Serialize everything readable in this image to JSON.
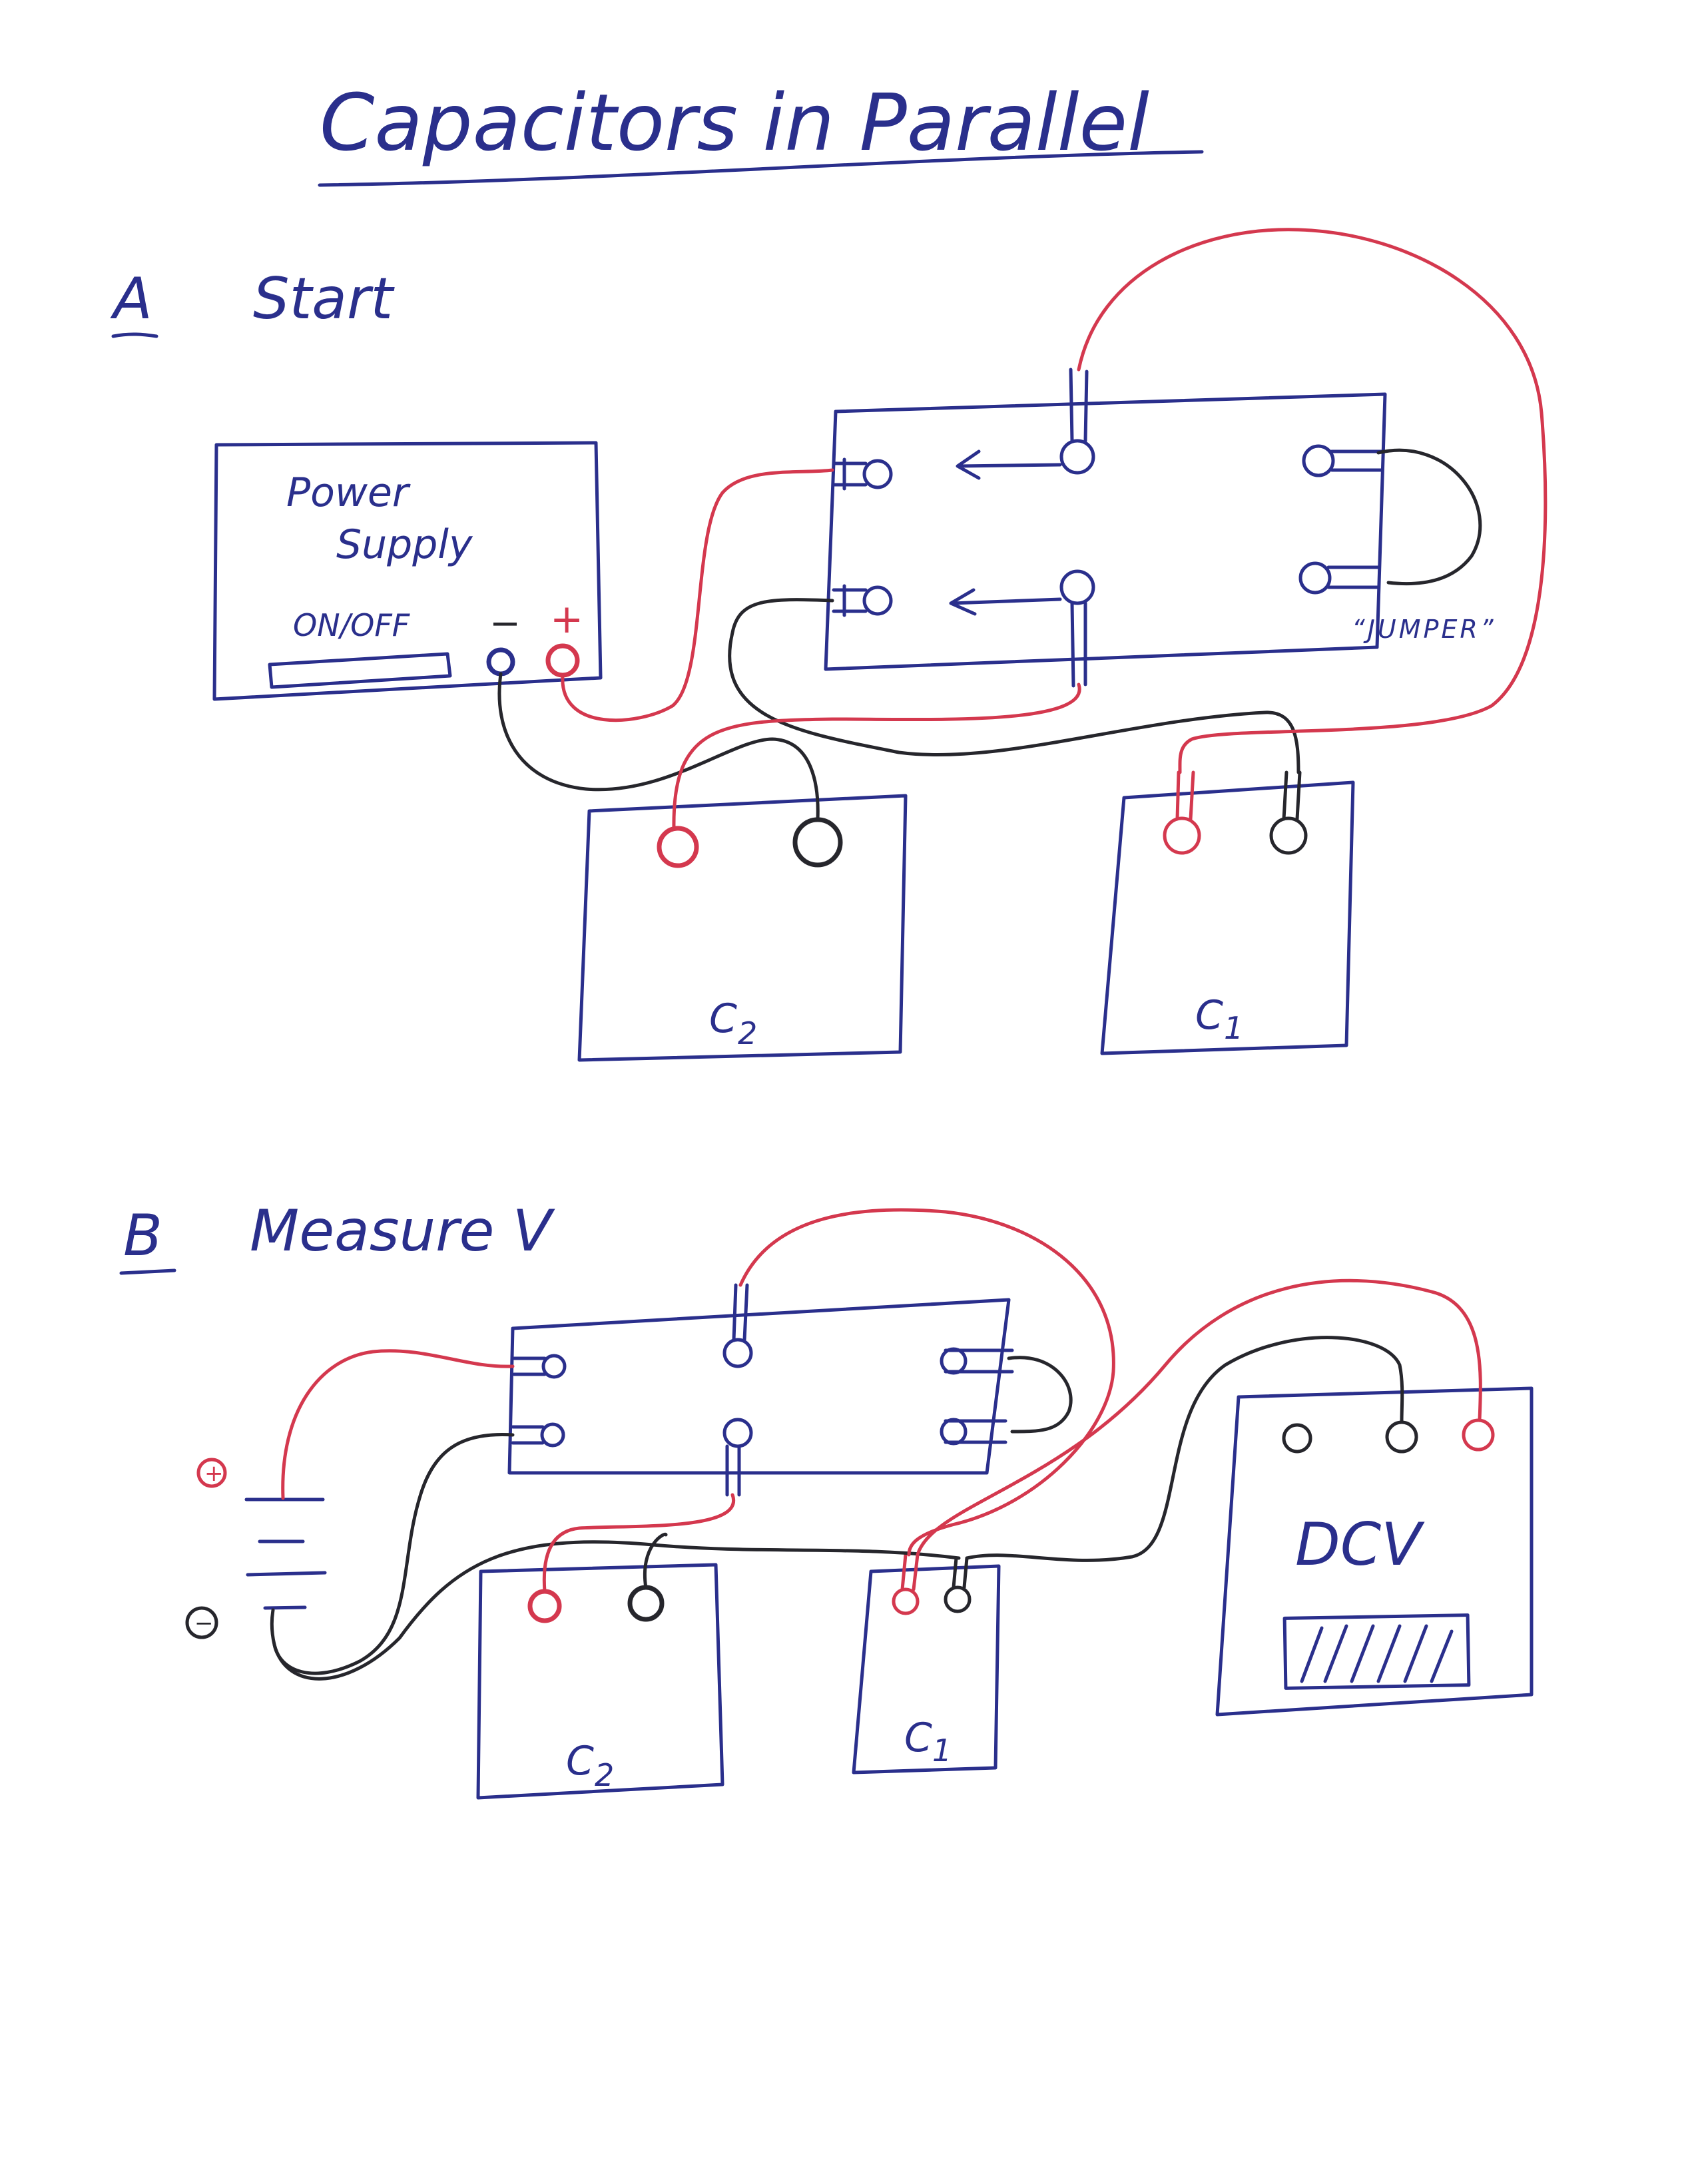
{
  "title": "Capacitors in Parallel",
  "section_a": {
    "letter": "A",
    "heading": "Start",
    "power_supply_line1": "Power",
    "power_supply_line2": "Supply",
    "on_off": "ON/OFF",
    "minus": "−",
    "plus": "+",
    "jumper": "“JUMPER”",
    "cap_left": "C",
    "cap_left_sub": "2",
    "cap_right": "C",
    "cap_right_sub": "1"
  },
  "section_b": {
    "letter": "B",
    "heading": "Measure V",
    "battery_plus": "+",
    "battery_minus": "−",
    "cap_left": "C",
    "cap_left_sub": "2",
    "cap_right": "C",
    "cap_right_sub": "1",
    "meter_label": "DCV"
  },
  "colors": {
    "blue_ink": "#2a2f8c",
    "red_ink": "#d4384e",
    "black_ink": "#26262c"
  }
}
